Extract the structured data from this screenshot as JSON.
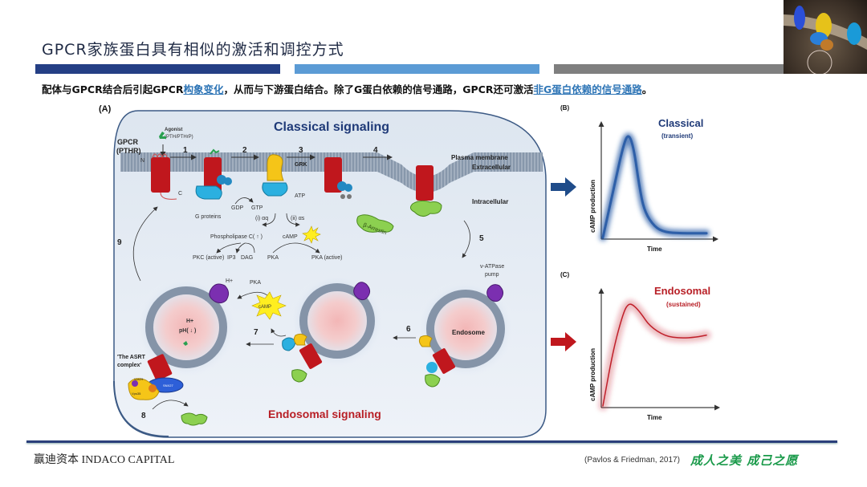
{
  "header": {
    "title": "GPCR家族蛋白具有相似的激活和调控方式",
    "subtitle_parts": {
      "p1": "配体与GPCR结合后引起GPCR",
      "link1": "构象变化",
      "p2": "，从而与下游蛋白结合。除了G蛋白依赖的信号通路，GPCR还可激活",
      "link2": "非G蛋白依赖的信号通路",
      "p3": "。"
    },
    "colors": {
      "bar1": "#243f85",
      "bar2": "#5b9bd5",
      "bar3": "#7f7f7f",
      "link": "#2e75b6"
    }
  },
  "panel_a": {
    "label": "(A)",
    "classical_title": "Classical signaling",
    "endosomal_title": "Endosomal signaling",
    "gpcr_label": "GPCR",
    "pthr_label": "(PTHR)",
    "agonist_label": "Agonist",
    "agonist_sub": "(PTH/PTHrP)",
    "n_label": "N",
    "c_label": "C",
    "steps": [
      "1",
      "2",
      "3",
      "4",
      "5",
      "6",
      "7",
      "8",
      "9"
    ],
    "grk": "GRK",
    "plasma_membrane": "Plasma membrane",
    "extracellular": "Extracellular",
    "intracellular": "Intracellular",
    "g_proteins": "G proteins",
    "gdp": "GDP",
    "gtp": "GTP",
    "atp": "ATP",
    "alpha": "α",
    "path_i": "(i) αq",
    "path_ii": "(ii) αs",
    "phospholipase": "Phospholipase C( ↑ )",
    "camp": "cAMP",
    "pkc": "PKC (active)",
    "ip3": "IP3",
    "dag": "DAG",
    "pka": "PKA",
    "pka_active": "PKA (active)",
    "beta_arrestin": "β-Arrestin",
    "v_atpase": "v-ATPase",
    "pump": "pump",
    "endosome": "Endosome",
    "h_plus": "H+",
    "ph_down": "pH( ↓ )",
    "asrt_line1": "'The ASRT",
    "asrt_line2": "complex'",
    "vps29": "Vps29",
    "vps35": "Vps35",
    "snx27": "SNX27"
  },
  "chart_data": [
    {
      "type": "line",
      "panel_label": "(B)",
      "title": "Classical",
      "subtitle": "(transient)",
      "xlabel": "Time",
      "ylabel": "cAMP production",
      "color": "#2e5fa8",
      "x": [
        0,
        0.1,
        0.2,
        0.25,
        0.3,
        0.35,
        0.4,
        0.5,
        0.6,
        0.75,
        1.0
      ],
      "y": [
        0.0,
        0.45,
        0.9,
        1.0,
        0.85,
        0.5,
        0.25,
        0.1,
        0.05,
        0.04,
        0.04
      ],
      "xlim": [
        0,
        1
      ],
      "ylim": [
        0,
        1.1
      ],
      "grid": false
    },
    {
      "type": "line",
      "panel_label": "(C)",
      "title": "Endosomal",
      "subtitle": "(sustained)",
      "xlabel": "Time",
      "ylabel": "cAMP production",
      "color": "#c0202a",
      "x": [
        0,
        0.1,
        0.2,
        0.25,
        0.3,
        0.37,
        0.45,
        0.6,
        0.75,
        0.9,
        1.0
      ],
      "y": [
        0.0,
        0.55,
        0.92,
        1.0,
        0.98,
        0.9,
        0.78,
        0.68,
        0.66,
        0.67,
        0.69
      ],
      "xlim": [
        0,
        1
      ],
      "ylim": [
        0,
        1.1
      ],
      "grid": false
    }
  ],
  "footer": {
    "company": "赢迪资本 INDACO CAPITAL",
    "citation": "(Pavlos & Friedman, 2017)",
    "motto": "成人之美 成己之愿"
  }
}
